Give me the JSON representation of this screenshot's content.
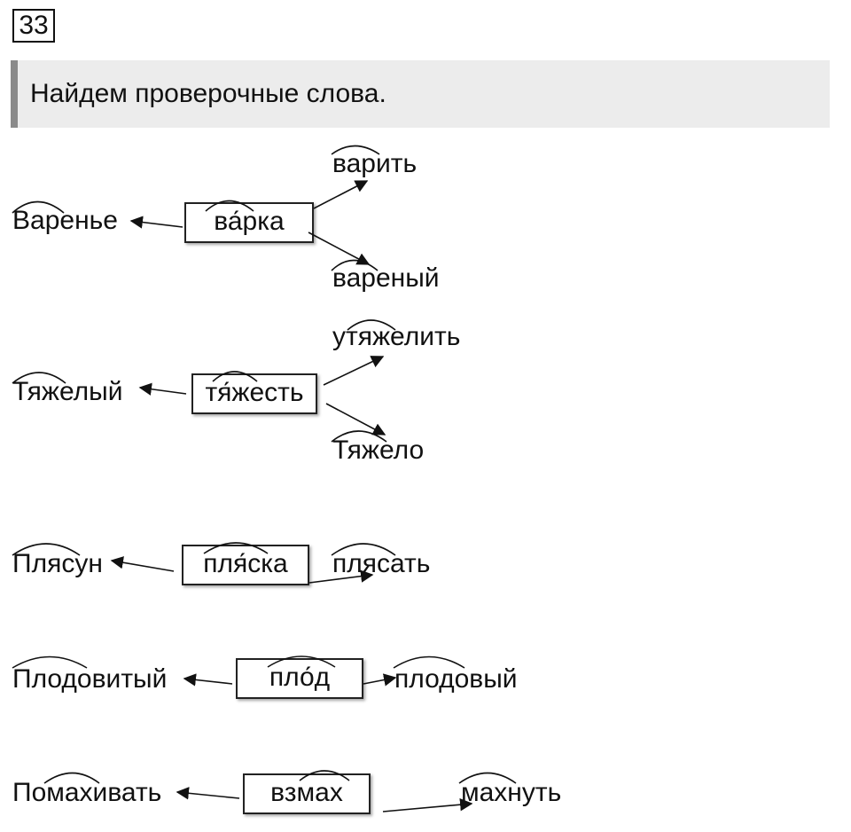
{
  "exercise_number": "33",
  "instruction": "Найдем проверочные слова.",
  "groups": [
    {
      "center": "ва́рка",
      "left": "Варенье",
      "right_top": "варить",
      "right_bottom": "вареный"
    },
    {
      "center": "тя́жесть",
      "left": "Тяжелый",
      "right_top": "утяжелить",
      "right_bottom": "Тяжело"
    },
    {
      "center": "пля́ска",
      "left": "Плясун",
      "right": "плясать"
    },
    {
      "center": "пло́д",
      "left": "Плодовитый",
      "right": "плодовый"
    },
    {
      "center": "взмах",
      "left": "Помахивать",
      "right": "махнуть"
    }
  ]
}
